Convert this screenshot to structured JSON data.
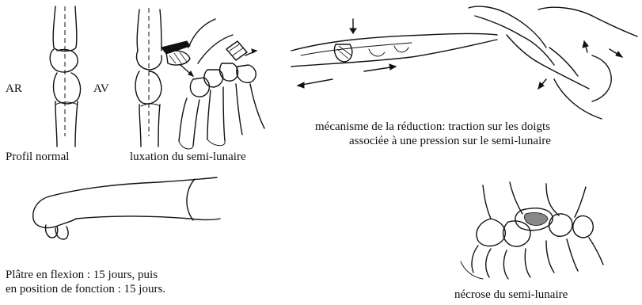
{
  "labels": {
    "ar": "AR",
    "av": "AV",
    "profil_normal": "Profil normal",
    "luxation": "luxation du semi-lunaire",
    "mecanisme_line1": "mécanisme de la réduction: traction sur les doigts",
    "mecanisme_line2": "associée à une pression sur le semi-lunaire",
    "platre_line1": "Plâtre en flexion : 15 jours, puis",
    "platre_line2": "en position de fonction : 15 jours.",
    "necrose": "nécrose du semi-lunaire"
  }
}
